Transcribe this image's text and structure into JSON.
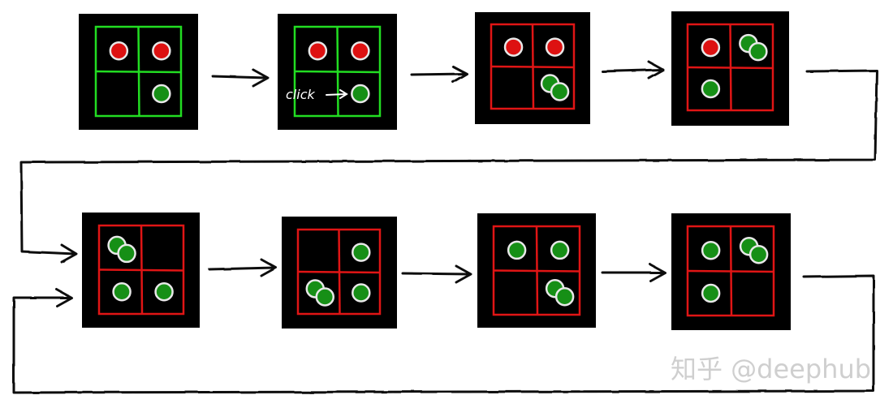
{
  "annotation": {
    "text": "click"
  },
  "watermark": {
    "text": "知乎 @deephub"
  },
  "colors": {
    "panel": "#000000",
    "grid_valid": "#22dd22",
    "grid_invalid": "#e01515",
    "token_red": "#dd1111",
    "token_green": "#168f16",
    "token_outline": "#e8e8e8",
    "ink": "#111111",
    "annotation": "#ffffff",
    "watermark": "#cfcfcf"
  },
  "states": [
    {
      "grid": "valid",
      "tokens": [
        {
          "cell": "tl",
          "color": "red",
          "count": 1
        },
        {
          "cell": "tr",
          "color": "red",
          "count": 1
        },
        {
          "cell": "br",
          "color": "green",
          "count": 1
        }
      ]
    },
    {
      "grid": "valid",
      "tokens": [
        {
          "cell": "tl",
          "color": "red",
          "count": 1
        },
        {
          "cell": "tr",
          "color": "red",
          "count": 1
        },
        {
          "cell": "br",
          "color": "green",
          "count": 1
        }
      ],
      "annotated": true
    },
    {
      "grid": "invalid",
      "tokens": [
        {
          "cell": "tl",
          "color": "red",
          "count": 1
        },
        {
          "cell": "tr",
          "color": "red",
          "count": 1
        },
        {
          "cell": "br",
          "color": "green",
          "count": 2
        }
      ]
    },
    {
      "grid": "invalid",
      "tokens": [
        {
          "cell": "tl",
          "color": "red",
          "count": 1
        },
        {
          "cell": "tr",
          "color": "green",
          "count": 2
        },
        {
          "cell": "bl",
          "color": "green",
          "count": 1
        }
      ]
    },
    {
      "grid": "invalid",
      "tokens": [
        {
          "cell": "tl",
          "color": "green",
          "count": 2
        },
        {
          "cell": "bl",
          "color": "green",
          "count": 1
        },
        {
          "cell": "br",
          "color": "green",
          "count": 1
        }
      ]
    },
    {
      "grid": "invalid",
      "tokens": [
        {
          "cell": "tr",
          "color": "green",
          "count": 1
        },
        {
          "cell": "bl",
          "color": "green",
          "count": 2
        },
        {
          "cell": "br",
          "color": "green",
          "count": 1
        }
      ]
    },
    {
      "grid": "invalid",
      "tokens": [
        {
          "cell": "tl",
          "color": "green",
          "count": 1
        },
        {
          "cell": "tr",
          "color": "green",
          "count": 1
        },
        {
          "cell": "br",
          "color": "green",
          "count": 2
        }
      ]
    },
    {
      "grid": "invalid",
      "tokens": [
        {
          "cell": "tl",
          "color": "green",
          "count": 1
        },
        {
          "cell": "tr",
          "color": "green",
          "count": 2
        },
        {
          "cell": "bl",
          "color": "green",
          "count": 1
        }
      ]
    }
  ]
}
